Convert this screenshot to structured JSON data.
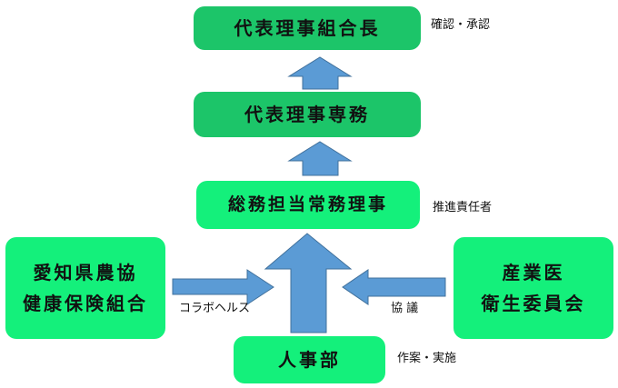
{
  "colors": {
    "box_dark": "#1cc569",
    "box_bright": "#14f07b",
    "arrow_fill": "#5b9bd5",
    "arrow_stroke": "#41719c",
    "text": "#111111"
  },
  "nodes": {
    "top": {
      "label": "代表理事組合長",
      "note": "確認・承認"
    },
    "second": {
      "label": "代表理事専務"
    },
    "third": {
      "label": "総務担当常務理事",
      "note": "推進責任者"
    },
    "left": {
      "line1": "愛知県農協",
      "line2": "健康保険組合",
      "note": "コラボヘルス"
    },
    "right": {
      "line1": "産業医",
      "line2": "衛生委員会",
      "note": "協 議"
    },
    "bottom": {
      "label": "人事部",
      "note": "作案・実施"
    }
  }
}
